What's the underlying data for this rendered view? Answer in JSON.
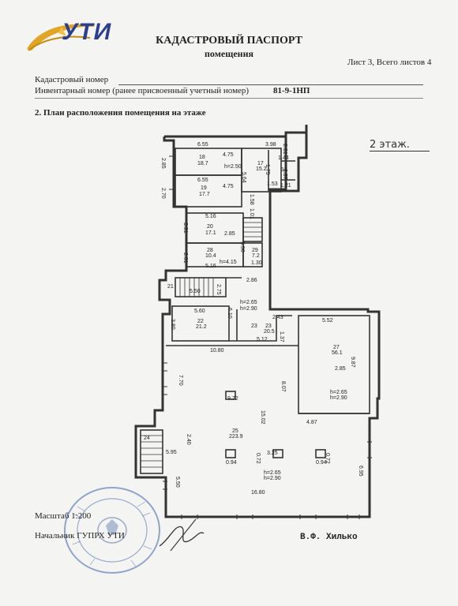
{
  "header": {
    "logo_text": "УТИ",
    "title": "КАДАСТРОВЫЙ ПАСПОРТ",
    "subtitle": "помещения",
    "sheet": "Лист 3, Всего листов 4"
  },
  "fields": {
    "cadastral_label": "Кадастровый номер",
    "cadastral_value": "",
    "inventory_label": "Инвентарный номер (ранее присвоенный учетный номер)",
    "inventory_value": "81-9-1НП"
  },
  "section": {
    "heading": "2. План расположения помещения на этаже"
  },
  "plan": {
    "floor_note": "2 этаж.",
    "labels": [
      {
        "id": "d-655-top",
        "t": "6.55"
      },
      {
        "id": "d-398",
        "t": "3.98"
      },
      {
        "id": "d-231",
        "t": "2.31"
      },
      {
        "id": "d-285",
        "t": "2.85"
      },
      {
        "id": "r18",
        "t": "18"
      },
      {
        "id": "a187",
        "t": "18.7"
      },
      {
        "id": "m475a",
        "t": "4.75"
      },
      {
        "id": "h250",
        "t": "h=2.50"
      },
      {
        "id": "r17",
        "t": "17"
      },
      {
        "id": "a152",
        "t": "15.2"
      },
      {
        "id": "d564",
        "t": "5.64"
      },
      {
        "id": "d144",
        "t": "1.44"
      },
      {
        "id": "d175",
        "t": "1.75"
      },
      {
        "id": "r13",
        "t": "13"
      },
      {
        "id": "d257",
        "t": "2.57"
      },
      {
        "id": "d121",
        "t": "1.21"
      },
      {
        "id": "d153",
        "t": "1.53"
      },
      {
        "id": "d-655-b",
        "t": "6.55"
      },
      {
        "id": "m475b",
        "t": "4.75"
      },
      {
        "id": "d270",
        "t": "2.70"
      },
      {
        "id": "r19",
        "t": "19"
      },
      {
        "id": "a177",
        "t": "17.7"
      },
      {
        "id": "d158",
        "t": "1.58"
      },
      {
        "id": "d516a",
        "t": "5.16"
      },
      {
        "id": "d331",
        "t": "3.31"
      },
      {
        "id": "r20",
        "t": "20"
      },
      {
        "id": "a171",
        "t": "17.1"
      },
      {
        "id": "m285a",
        "t": "2.85"
      },
      {
        "id": "d101",
        "t": "1.01"
      },
      {
        "id": "r28",
        "t": "28"
      },
      {
        "id": "a104",
        "t": "10.4"
      },
      {
        "id": "d201",
        "t": "2.01"
      },
      {
        "id": "h415",
        "t": "h=4.15"
      },
      {
        "id": "r29",
        "t": "29"
      },
      {
        "id": "a72",
        "t": "7.2"
      },
      {
        "id": "d550v",
        "t": "5.50"
      },
      {
        "id": "d130",
        "t": "1.30"
      },
      {
        "id": "d516b",
        "t": "5.16"
      },
      {
        "id": "d286",
        "t": "2.86"
      },
      {
        "id": "d275",
        "t": "2.75"
      },
      {
        "id": "r21",
        "t": "21"
      },
      {
        "id": "d550h",
        "t": "5.50"
      },
      {
        "id": "h265a",
        "t": "h=2.65"
      },
      {
        "id": "h290a",
        "t": "h=2.90"
      },
      {
        "id": "d560",
        "t": "5.60"
      },
      {
        "id": "d610",
        "t": "6.10"
      },
      {
        "id": "d243",
        "t": "2.43"
      },
      {
        "id": "d552",
        "t": "5.52"
      },
      {
        "id": "d380",
        "t": "3.80"
      },
      {
        "id": "r22",
        "t": "22"
      },
      {
        "id": "a212",
        "t": "21.2"
      },
      {
        "id": "r23a",
        "t": "23"
      },
      {
        "id": "r23b",
        "t": "23"
      },
      {
        "id": "a205",
        "t": "20.5"
      },
      {
        "id": "d137",
        "t": "1.37"
      },
      {
        "id": "d512",
        "t": "5.12"
      },
      {
        "id": "d1080",
        "t": "10.80"
      },
      {
        "id": "r27",
        "t": "27"
      },
      {
        "id": "a561",
        "t": "56.1"
      },
      {
        "id": "d987",
        "t": "9.87"
      },
      {
        "id": "m285b",
        "t": "2.85"
      },
      {
        "id": "d770",
        "t": "7.70"
      },
      {
        "id": "d807",
        "t": "8.07"
      },
      {
        "id": "h265b",
        "t": "h=2.65"
      },
      {
        "id": "h290b",
        "t": "h=2.90"
      },
      {
        "id": "d972",
        "t": "9.72"
      },
      {
        "id": "d1502",
        "t": "15.02"
      },
      {
        "id": "d487",
        "t": "4.87"
      },
      {
        "id": "r25",
        "t": "25"
      },
      {
        "id": "a2239",
        "t": "223.9"
      },
      {
        "id": "r24",
        "t": "24"
      },
      {
        "id": "d240",
        "t": "2.40"
      },
      {
        "id": "d595",
        "t": "5.95"
      },
      {
        "id": "d094a",
        "t": "0.94"
      },
      {
        "id": "d072a",
        "t": "0.72"
      },
      {
        "id": "m325",
        "t": "3.25"
      },
      {
        "id": "d094b",
        "t": "0.94"
      },
      {
        "id": "d072b",
        "t": "0.72"
      },
      {
        "id": "h265c",
        "t": "h=2.65"
      },
      {
        "id": "h290c",
        "t": "h=2.90"
      },
      {
        "id": "d695",
        "t": "6.95"
      },
      {
        "id": "d550l",
        "t": "5.50"
      },
      {
        "id": "d1680",
        "t": "16.80"
      }
    ]
  },
  "footer": {
    "scale_label": "Масштаб 1:200",
    "chief_label": "Начальник ГУПРХ УТИ",
    "signer": "В.Ф. Хилько"
  },
  "colors": {
    "logo_blue": "#2b3f8f",
    "logo_gold": "#e0a526",
    "stamp_blue": "#5a78b4"
  }
}
